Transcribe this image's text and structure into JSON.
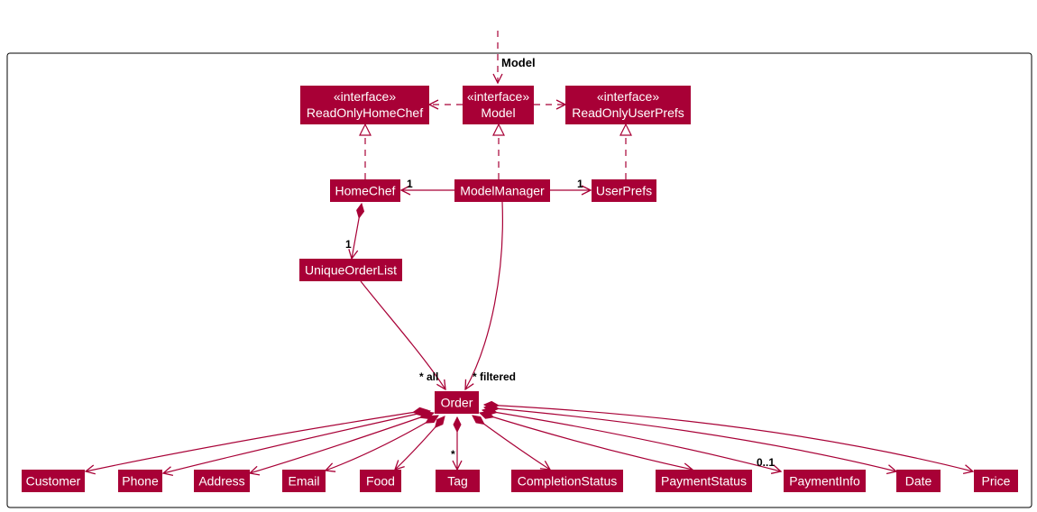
{
  "colors": {
    "class_fill": "#A80036",
    "line": "#A80036",
    "frame": "#000000"
  },
  "package": {
    "label": "Model"
  },
  "classes": {
    "readonly_homechef": {
      "stereotype": "«interface»",
      "name": "ReadOnlyHomeChef"
    },
    "model": {
      "stereotype": "«interface»",
      "name": "Model"
    },
    "readonly_userprefs": {
      "stereotype": "«interface»",
      "name": "ReadOnlyUserPrefs"
    },
    "homechef": {
      "name": "HomeChef"
    },
    "modelmanager": {
      "name": "ModelManager"
    },
    "userprefs": {
      "name": "UserPrefs"
    },
    "uniqueorderlist": {
      "name": "UniqueOrderList"
    },
    "order": {
      "name": "Order"
    },
    "customer": {
      "name": "Customer"
    },
    "phone": {
      "name": "Phone"
    },
    "address": {
      "name": "Address"
    },
    "email": {
      "name": "Email"
    },
    "food": {
      "name": "Food"
    },
    "tag": {
      "name": "Tag"
    },
    "completionstatus": {
      "name": "CompletionStatus"
    },
    "paymentstatus": {
      "name": "PaymentStatus"
    },
    "paymentinfo": {
      "name": "PaymentInfo"
    },
    "date": {
      "name": "Date"
    },
    "price": {
      "name": "Price"
    }
  },
  "multiplicities": {
    "homechef": "1",
    "userprefs": "1",
    "uniqueorderlist": "1",
    "all": "* all",
    "filtered": "* filtered",
    "tag": "*",
    "paymentinfo": "0..1"
  }
}
